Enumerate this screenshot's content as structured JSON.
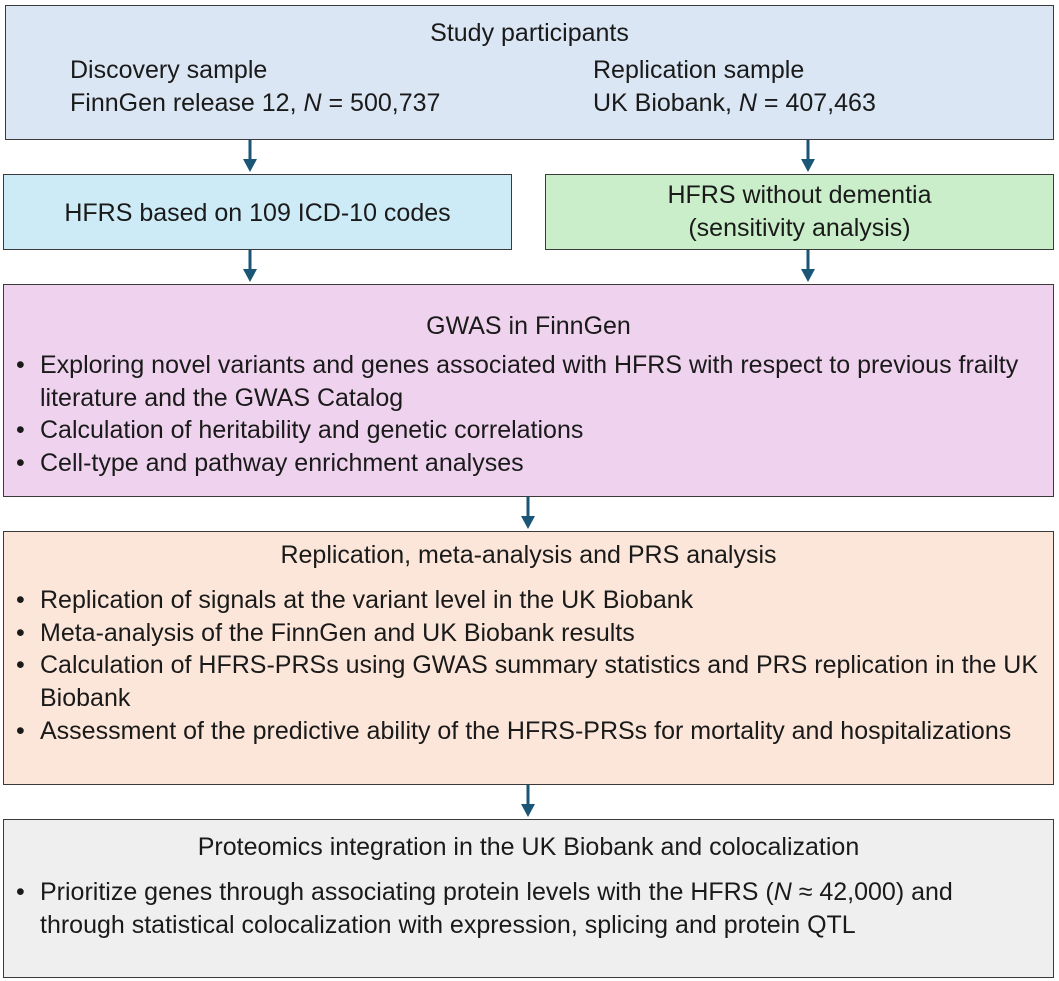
{
  "participants": {
    "title": "Study participants",
    "discovery_heading": "Discovery sample",
    "discovery_detail_prefix": "FinnGen release 12, ",
    "discovery_n_symbol": "N",
    "discovery_n_value": " = 500,737",
    "replication_heading": "Replication sample",
    "replication_detail_prefix": "UK Biobank, ",
    "replication_n_symbol": "N",
    "replication_n_value": " = 407,463"
  },
  "hfrs_box": {
    "label": "HFRS based on 109 ICD-10 codes"
  },
  "hfrs_no_dementia_box": {
    "line1": "HFRS without dementia",
    "line2": "(sensitivity analysis)"
  },
  "gwas_box": {
    "title": "GWAS in FinnGen",
    "items": [
      "Exploring novel variants and genes associated with HFRS with respect to previous frailty literature and the GWAS Catalog",
      "Calculation of heritability and genetic correlations",
      "Cell-type and pathway enrichment analyses"
    ]
  },
  "replication_box": {
    "title": "Replication, meta-analysis and PRS analysis",
    "items": [
      "Replication of signals at the variant level in the UK Biobank",
      "Meta-analysis of the FinnGen and UK Biobank results",
      "Calculation of HFRS-PRSs using GWAS summary statistics and PRS replication in the UK Biobank",
      "Assessment of the predictive ability of the HFRS-PRSs for mortality and hospitalizations"
    ]
  },
  "proteomics_box": {
    "title": "Proteomics integration in the UK Biobank and colocalization",
    "item_prefix": "Prioritize genes through associating protein levels with the HFRS (",
    "item_n_symbol": "N",
    "item_suffix": " ≈ 42,000) and through statistical colocalization with expression, splicing and protein QTL"
  },
  "colors": {
    "participants_fill": "#dae6f3",
    "hfrs_fill": "#cdeaf7",
    "no_dementia_fill": "#c9eec9",
    "gwas_fill": "#efd3ee",
    "replication_fill": "#fbe6d9",
    "proteomics_fill": "#efefef",
    "arrow": "#1b5677"
  }
}
